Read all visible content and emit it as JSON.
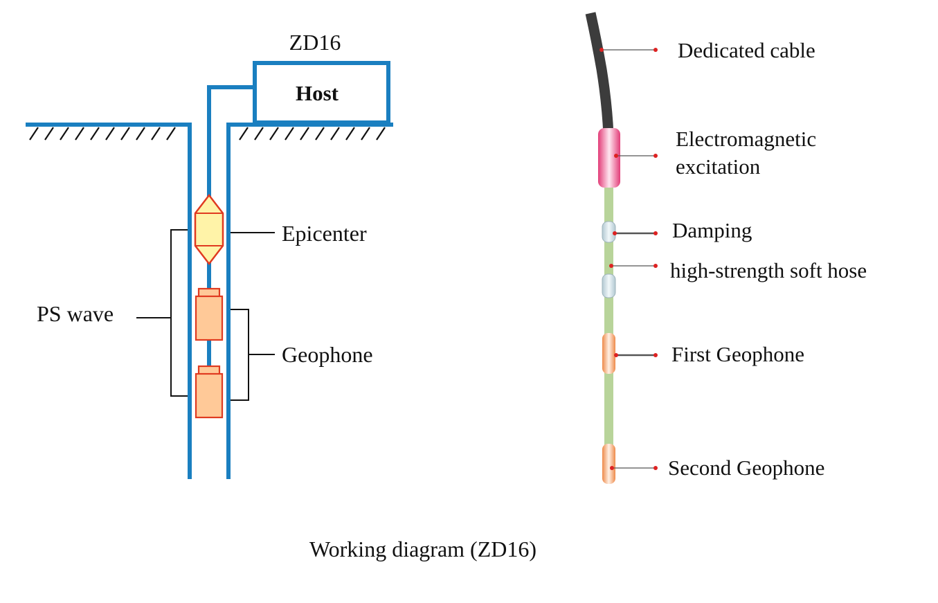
{
  "left_diagram": {
    "device_name": "ZD16",
    "host_label": "Host",
    "epicenter_label": "Epicenter",
    "geophone_label": "Geophone",
    "ps_wave_label": "PS wave"
  },
  "right_diagram": {
    "labels": {
      "cable": "Dedicated cable",
      "excitation_line1": "Electromagnetic",
      "excitation_line2": "excitation",
      "damping": "Damping",
      "hose": "high-strength soft hose",
      "first_geophone": "First Geophone",
      "second_geophone": "Second Geophone"
    }
  },
  "caption": "Working diagram (ZD16)",
  "colors": {
    "borehole": "#1a7fc0",
    "epicenter_fill": "#fff3a8",
    "geophone_fill": "#ffc998",
    "component_outline": "#e03a20",
    "cable": "#3c3c3c",
    "hose": "#b8d49a",
    "excitation": "#e23d78",
    "damping": "#c9dce3",
    "marker_dot": "#dd2222"
  }
}
